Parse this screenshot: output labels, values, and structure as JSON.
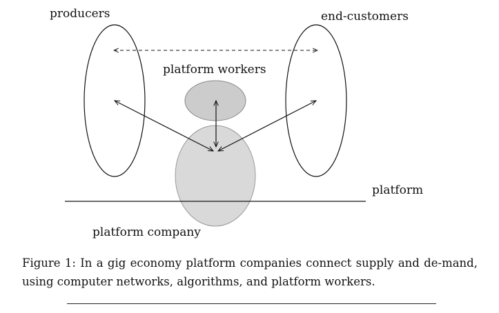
{
  "diagram": {
    "labels": {
      "producers": "producers",
      "end_customers": "end-customers",
      "platform_workers": "platform workers",
      "platform": "platform",
      "platform_company": "platform company"
    }
  },
  "caption": {
    "text": "Figure 1: In a gig economy platform companies connect supply and de-mand, using computer networks, algorithms, and platform workers."
  },
  "colors": {
    "stroke": "#111111",
    "workers_fill": "#cccccc",
    "company_fill": "#d9d9d9"
  }
}
